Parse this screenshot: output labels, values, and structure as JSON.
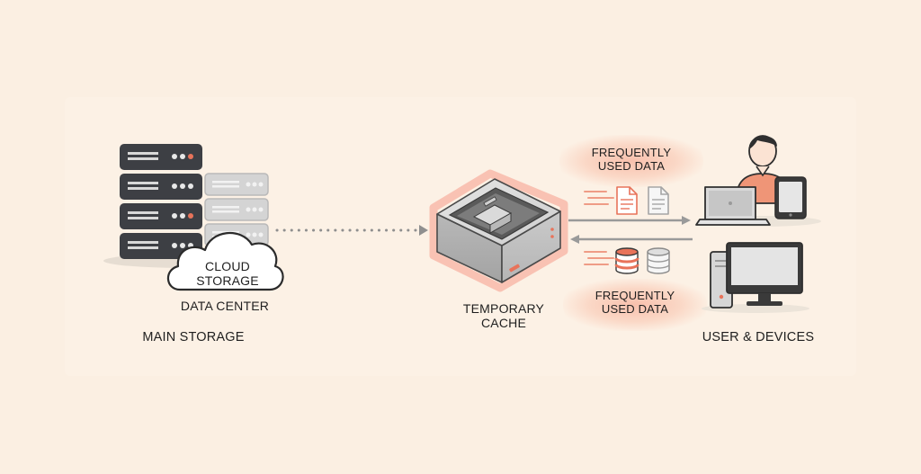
{
  "labels": {
    "cloud_line1": "CLOUD",
    "cloud_line2": "STORAGE",
    "data_center": "DATA CENTER",
    "main_storage": "MAIN STORAGE",
    "temp_line1": "TEMPORARY",
    "temp_line2": "CACHE",
    "freq_top_line1": "FREQUENTLY",
    "freq_top_line2": "USED DATA",
    "freq_bottom_line1": "FREQUENTLY",
    "freq_bottom_line2": "USED DATA",
    "user_devices": "USER & DEVICES"
  },
  "colors": {
    "accent": "#e8735a",
    "server_dark": "#3d3f44",
    "server_light": "#c9c9c9",
    "background": "#fbefe2"
  },
  "icons": [
    "server-rack-icon",
    "cloud-icon",
    "cache-box-icon",
    "document-icon",
    "database-icon",
    "person-icon",
    "laptop-icon",
    "tablet-icon",
    "desktop-icon"
  ]
}
